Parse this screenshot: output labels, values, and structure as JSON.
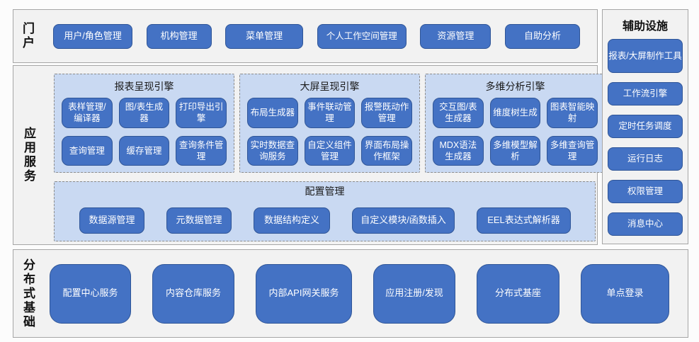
{
  "colors": {
    "button_blue": "#4472c4",
    "button_border_blue": "#2f5597",
    "panel_light_blue": "#c9d9f2",
    "section_gray": "#f2f2f2",
    "section_border_gray": "#a6a6a6",
    "button_text": "#ffffff",
    "label_text": "#111111"
  },
  "portal": {
    "label": "门户",
    "items": [
      "用户/角色管理",
      "机构管理",
      "菜单管理",
      "个人工作空间管理",
      "资源管理",
      "自助分析"
    ]
  },
  "app_services": {
    "label": "应用服务",
    "engines": [
      {
        "title": "报表呈现引擎",
        "items": [
          "表样管理/编译器",
          "图/表生成器",
          "打印导出引擎",
          "查询管理",
          "缓存管理",
          "查询条件管理"
        ]
      },
      {
        "title": "大屏呈现引擎",
        "items": [
          "布局生成器",
          "事件联动管理",
          "报警既动作管理",
          "实时数据查询服务",
          "自定义组件管理",
          "界面布局操作框架"
        ]
      },
      {
        "title": "多维分析引擎",
        "items": [
          "交互图/表生成器",
          "维度树生成",
          "图表智能映射",
          "MDX语法生成器",
          "多维模型解析",
          "多维查询管理"
        ]
      }
    ],
    "config": {
      "title": "配置管理",
      "items": [
        "数据源管理",
        "元数据管理",
        "数据结构定义",
        "自定义模块/函数插入",
        "EEL表达式解析器"
      ]
    }
  },
  "aux": {
    "title": "辅助设施",
    "items": [
      "报表/大屏制作工具",
      "工作流引擎",
      "定时任务调度",
      "运行日志",
      "权限管理",
      "消息中心"
    ]
  },
  "foundation": {
    "label": "分布式基础",
    "items": [
      "配置中心服务",
      "内容仓库服务",
      "内部API网关服务",
      "应用注册/发现",
      "分布式基座",
      "单点登录"
    ]
  }
}
